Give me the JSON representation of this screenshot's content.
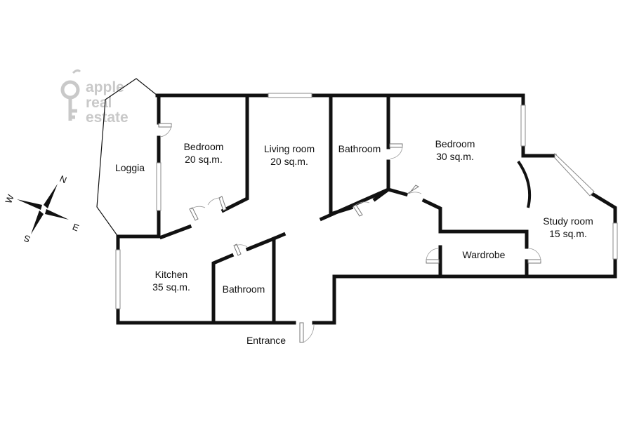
{
  "logo": {
    "lines": [
      "apple",
      "real",
      "estate"
    ]
  },
  "compass": {
    "north": "N",
    "south": "S",
    "east": "E",
    "west": "W"
  },
  "rooms": {
    "loggia": {
      "name": "Loggia"
    },
    "bedroom_small": {
      "name": "Bedroom",
      "area": "20 sq.m."
    },
    "living_room": {
      "name": "Living room",
      "area": "20 sq.m."
    },
    "bathroom_top": {
      "name": "Bathroom"
    },
    "bedroom_large": {
      "name": "Bedroom",
      "area": "30 sq.m."
    },
    "study_room": {
      "name": "Study room",
      "area": "15 sq.m."
    },
    "wardrobe": {
      "name": "Wardrobe"
    },
    "kitchen": {
      "name": "Kitchen",
      "area": "35 sq.m."
    },
    "bathroom_bottom": {
      "name": "Bathroom"
    },
    "entrance": {
      "name": "Entrance"
    }
  }
}
